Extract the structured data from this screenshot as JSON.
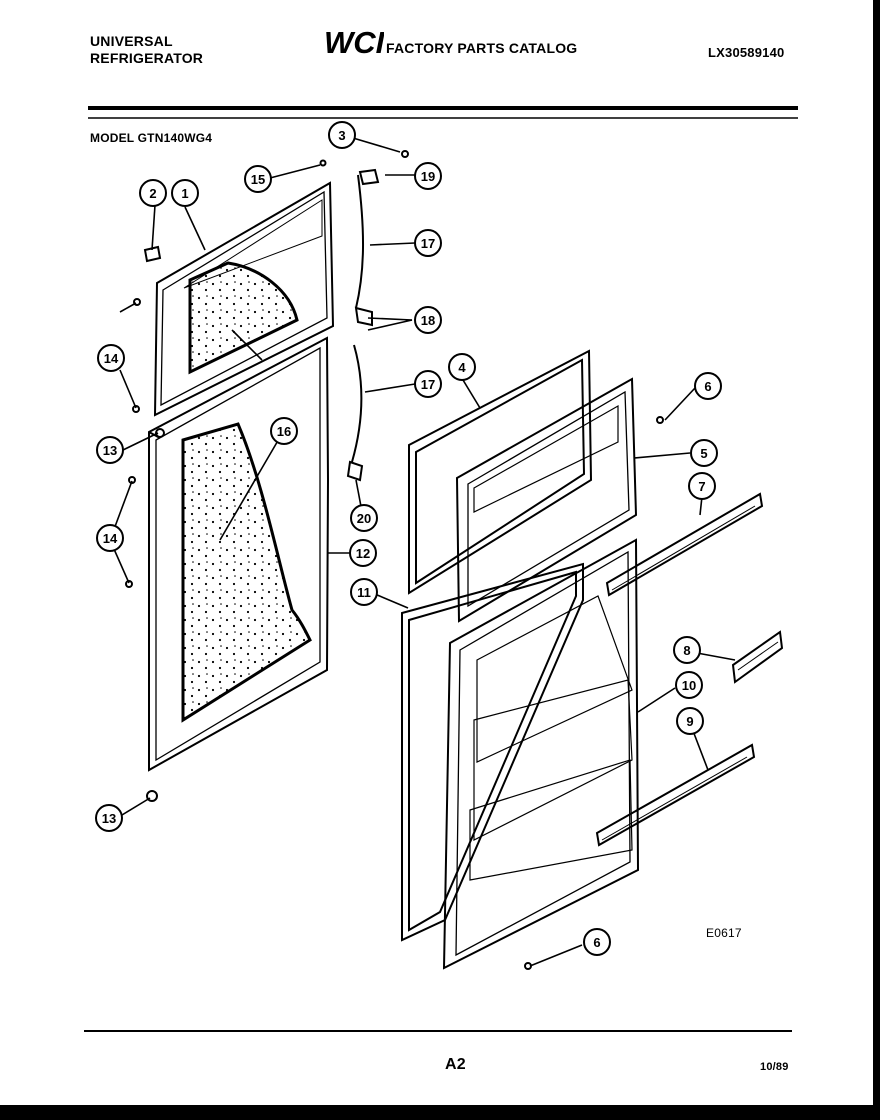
{
  "header": {
    "brand_line1": "UNIVERSAL",
    "brand_line2": "REFRIGERATOR",
    "logo_text": "WCI",
    "catalog_title": "FACTORY PARTS CATALOG",
    "doc_number": "LX30589140"
  },
  "model_label": "MODEL GTN140WG4",
  "figure_code": "E0617",
  "footer": {
    "page": "A2",
    "date": "10/89"
  },
  "callouts": [
    "1",
    "2",
    "3",
    "4",
    "5",
    "6",
    "7",
    "8",
    "9",
    "10",
    "11",
    "12",
    "13",
    "14",
    "15",
    "16",
    "17",
    "18",
    "19",
    "20"
  ]
}
